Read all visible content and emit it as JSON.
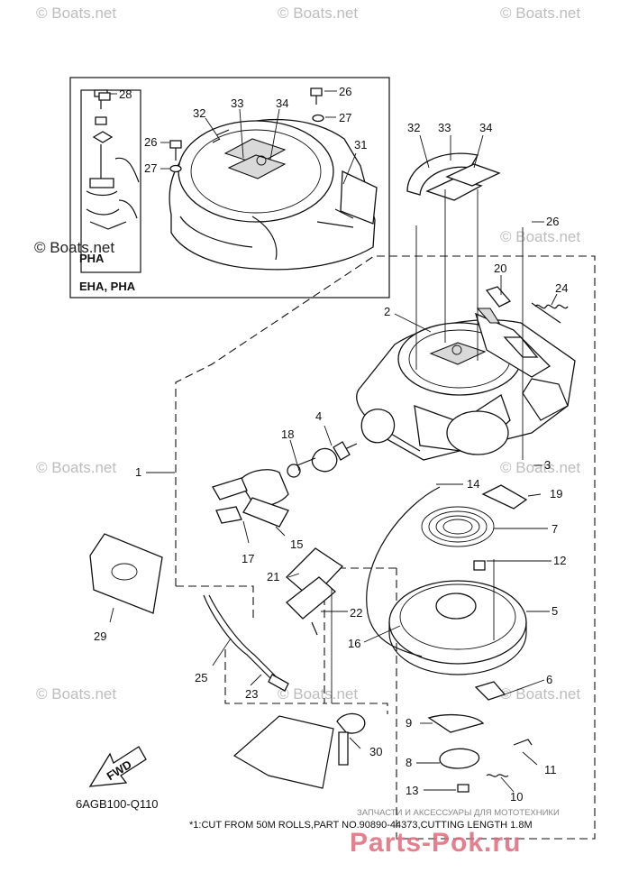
{
  "watermarks": [
    "© Boats.net",
    "© Boats.net",
    "© Boats.net",
    "© Boats.net",
    "© Boats.net",
    "© Boats.net",
    "© Boats.net",
    "© Boats.net",
    "© Boats.net"
  ],
  "inset": {
    "caption": "EHA, PHA",
    "sub_caption": "PHA",
    "watermark": "© Boats.net",
    "labels": [
      "28",
      "26",
      "27",
      "32",
      "33",
      "34",
      "26",
      "27",
      "31"
    ]
  },
  "part_labels": [
    "32",
    "33",
    "34",
    "26",
    "20",
    "24",
    "2",
    "3",
    "4",
    "18",
    "1",
    "14",
    "19",
    "7",
    "12",
    "5",
    "15",
    "17",
    "21",
    "22",
    "16",
    "6",
    "29",
    "25",
    "23",
    "9",
    "30",
    "8",
    "11",
    "10",
    "13"
  ],
  "fwd_label": "FWD",
  "diagram_code": "6AGB100-Q110",
  "footnote": "*1:CUT FROM 50M ROLLS,PART NO.90890-44373,CUTTING LENGTH 1.8M",
  "vendor": {
    "subtitle": "ЗАПЧАСТИ И АКСЕССУАРЫ ДЛЯ МОТОТЕХНИКИ",
    "name": "Parts-Pok.ru"
  }
}
